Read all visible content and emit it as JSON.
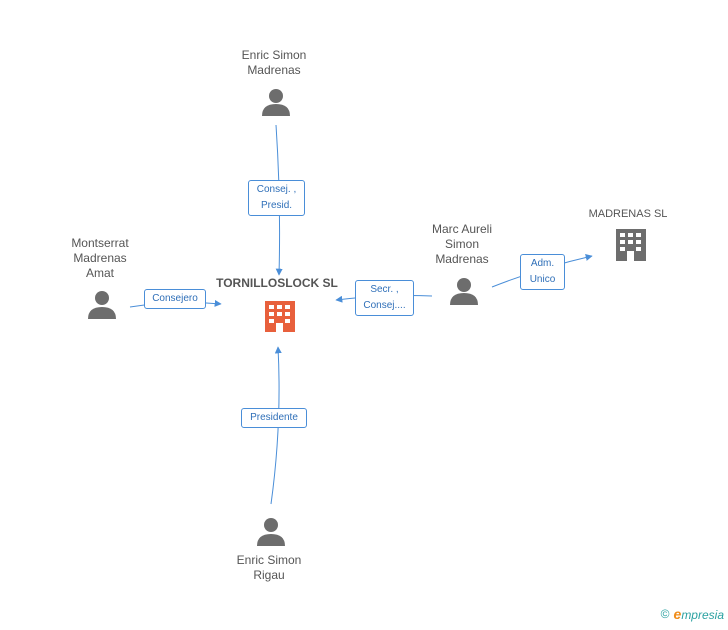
{
  "nodes": {
    "top": {
      "name_lines": [
        "Enric Simon",
        "Madrenas"
      ]
    },
    "left": {
      "name_lines": [
        "Montserrat",
        "Madrenas",
        "Amat"
      ]
    },
    "center": {
      "name": "TORNILLOSLOCK SL"
    },
    "right_person": {
      "name_lines": [
        "Marc Aureli",
        "Simon",
        "Madrenas"
      ]
    },
    "right_company": {
      "name": "MADRENAS SL"
    },
    "bottom": {
      "name_lines": [
        "Enric Simon",
        "Rigau"
      ]
    }
  },
  "edges": {
    "top": {
      "label": "Consej. ,\nPresid."
    },
    "left": {
      "label": "Consejero"
    },
    "right_person": {
      "label": "Secr. ,\nConsej...."
    },
    "right_company": {
      "label": "Adm.\nUnico"
    },
    "bottom": {
      "label": "Presidente"
    }
  },
  "colors": {
    "edge": "#4a8ed8",
    "person_icon": "#6d6d6d",
    "center_building": "#e8603c",
    "company_building": "#6d6d6d"
  },
  "footer": {
    "copyright": "©",
    "brand_initial": "e",
    "brand_rest": "mpresia"
  }
}
